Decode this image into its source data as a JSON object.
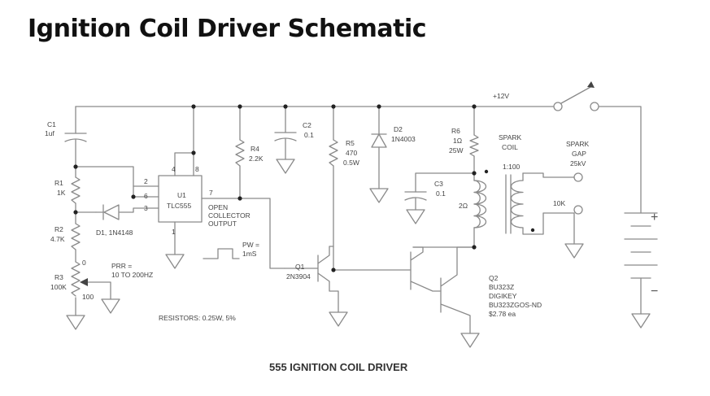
{
  "title": "Ignition Coil Driver Schematic",
  "labels": {
    "v12": "+12V",
    "c1_name": "C1",
    "c1_val": "1uf",
    "c2_name": "C2",
    "c2_val": "0.1",
    "c3_name": "C3",
    "c3_val": "0.1",
    "r1_name": "R1",
    "r1_val": "1K",
    "r2_name": "R2",
    "r2_val": "4.7K",
    "r3_name": "R3",
    "r3_val": "100K",
    "r3_zero": "0",
    "r3_hundred": "100",
    "r4_name": "R4",
    "r4_val": "2.2K",
    "r5_name": "R5",
    "r5_val": "470",
    "r5_watt": "0.5W",
    "r6_name": "R6",
    "r6_val": "1Ω",
    "r6_watt": "25W",
    "d1": "D1, 1N4148",
    "d2_name": "D2",
    "d2_val": "1N4003",
    "u1_name": "U1",
    "u1_part": "TLC555",
    "pin2": "2",
    "pin4": "4",
    "pin6": "6",
    "pin3": "3",
    "pin8": "8",
    "pin7": "7",
    "pin1": "1",
    "open1": "OPEN",
    "open2": "COLLECTOR",
    "open3": "OUTPUT",
    "prr1": "PRR =",
    "prr2": "10 TO 200HZ",
    "pw1": "PW =",
    "pw2": "1mS",
    "q1_name": "Q1",
    "q1_part": "2N3904",
    "spark_coil1": "SPARK",
    "spark_coil2": "COIL",
    "ratio": "1:100",
    "two_ohm": "2Ω",
    "ten_k": "10K",
    "gap1": "SPARK",
    "gap2": "GAP",
    "gap3": "25kV",
    "q2_name": "Q2",
    "q2_part": "BU323Z",
    "q2_vendor": "DIGIKEY",
    "q2_pn": "BU323ZGOS-ND",
    "q2_price": "$2.78 ea",
    "resistors": "RESISTORS: 0.25W, 5%",
    "plus": "+",
    "minus": "−",
    "caption": "555 IGNITION COIL DRIVER"
  }
}
